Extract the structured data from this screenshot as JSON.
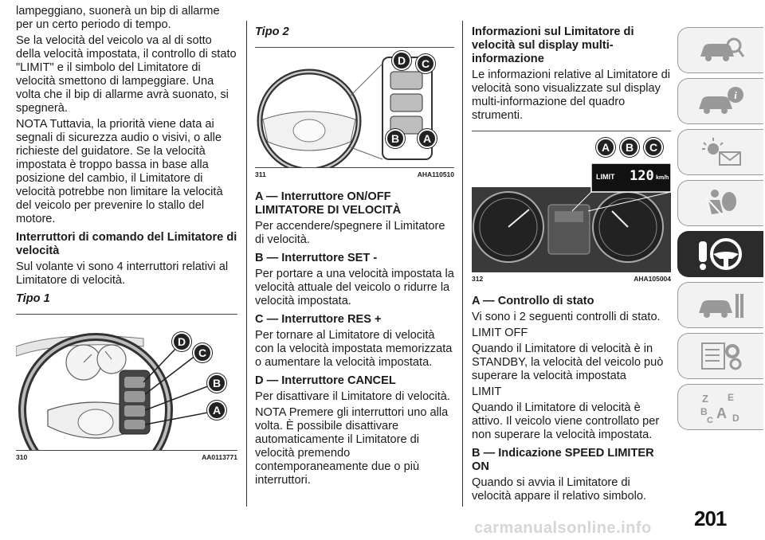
{
  "col1": {
    "p1": "lampeggiano, suonerà un bip di allarme per un certo periodo di tempo.",
    "p2": "Se la velocità del veicolo va al di sotto della velocità impostata, il controllo di stato \"LIMIT\" e il simbolo del Limitatore di velocità smettono di lampeggiare. Una volta che il bip di allarme avrà suonato, si spegnerà.",
    "p3": "NOTA  Tuttavia, la priorità viene data ai segnali di sicurezza audio o visivi, o alle richieste del guidatore. Se la velocità impostata è troppo bassa in base alla posizione del cambio, il Limitatore di velocità potrebbe non limitare la velocità del veicolo per prevenire lo stallo del motore.",
    "h1": "Interruttori di comando del Limitatore di velocità",
    "p4": "Sul volante vi sono 4 interruttori relativi al Limitatore di velocità.",
    "tipo": "Tipo 1",
    "fig_num": "310",
    "fig_code": "AA0113771",
    "callouts": {
      "a": "A",
      "b": "B",
      "c": "C",
      "d": "D"
    }
  },
  "col2": {
    "tipo": "Tipo 2",
    "fig_num": "311",
    "fig_code": "AHA110510",
    "callouts": {
      "a": "A",
      "b": "B",
      "c": "C",
      "d": "D"
    },
    "hA": "A — Interruttore ON/OFF LIMITATORE DI VELOCITÀ",
    "pA": "Per accendere/spegnere il Limitatore di velocità.",
    "hB": "B — Interruttore SET -",
    "pB": "Per portare a una velocità impostata la velocità attuale del veicolo o ridurre la velocità impostata.",
    "hC": "C — Interruttore RES +",
    "pC": "Per tornare al Limitatore di velocità con la velocità impostata memorizzata o aumentare la velocità impostata.",
    "hD": "D — Interruttore CANCEL",
    "pD": "Per disattivare il Limitatore di velocità.",
    "pNote": "NOTA  Premere gli interruttori uno alla volta. È possibile disattivare automaticamente il Limitatore di velocità premendo contemporaneamente due o più interruttori."
  },
  "col3": {
    "h1": "Informazioni sul Limitatore di velocità sul display multi-informazione",
    "p1": "Le informazioni relative al Limitatore di velocità sono visualizzate sul display multi-informazione del quadro strumenti.",
    "fig_num": "312",
    "fig_code": "AHA105004",
    "callouts": {
      "a": "A",
      "b": "B",
      "c": "C"
    },
    "display": {
      "limit": "LIMIT",
      "speed": "120",
      "unit": "km/h"
    },
    "hA": "A — Controllo di stato",
    "pA": "Vi sono i 2 seguenti controlli di stato.",
    "s1": "LIMIT OFF",
    "p1b": "Quando il Limitatore di velocità è in STANDBY, la velocità del veicolo può superare la velocità impostata",
    "s2": "LIMIT",
    "p2b": "Quando il Limitatore di velocità è attivo. Il veicolo viene controllato per non superare la velocità impostata.",
    "hB": "B — Indicazione SPEED LIMITER ON",
    "pB": "Quando si avvia il Limitatore di velocità appare il relativo simbolo."
  },
  "page_number": "201",
  "watermark": "carmanualsonline.info",
  "colors": {
    "text": "#1a1a1a",
    "nav_bg": "#f2f2f2",
    "nav_active": "#2b2b2b"
  }
}
